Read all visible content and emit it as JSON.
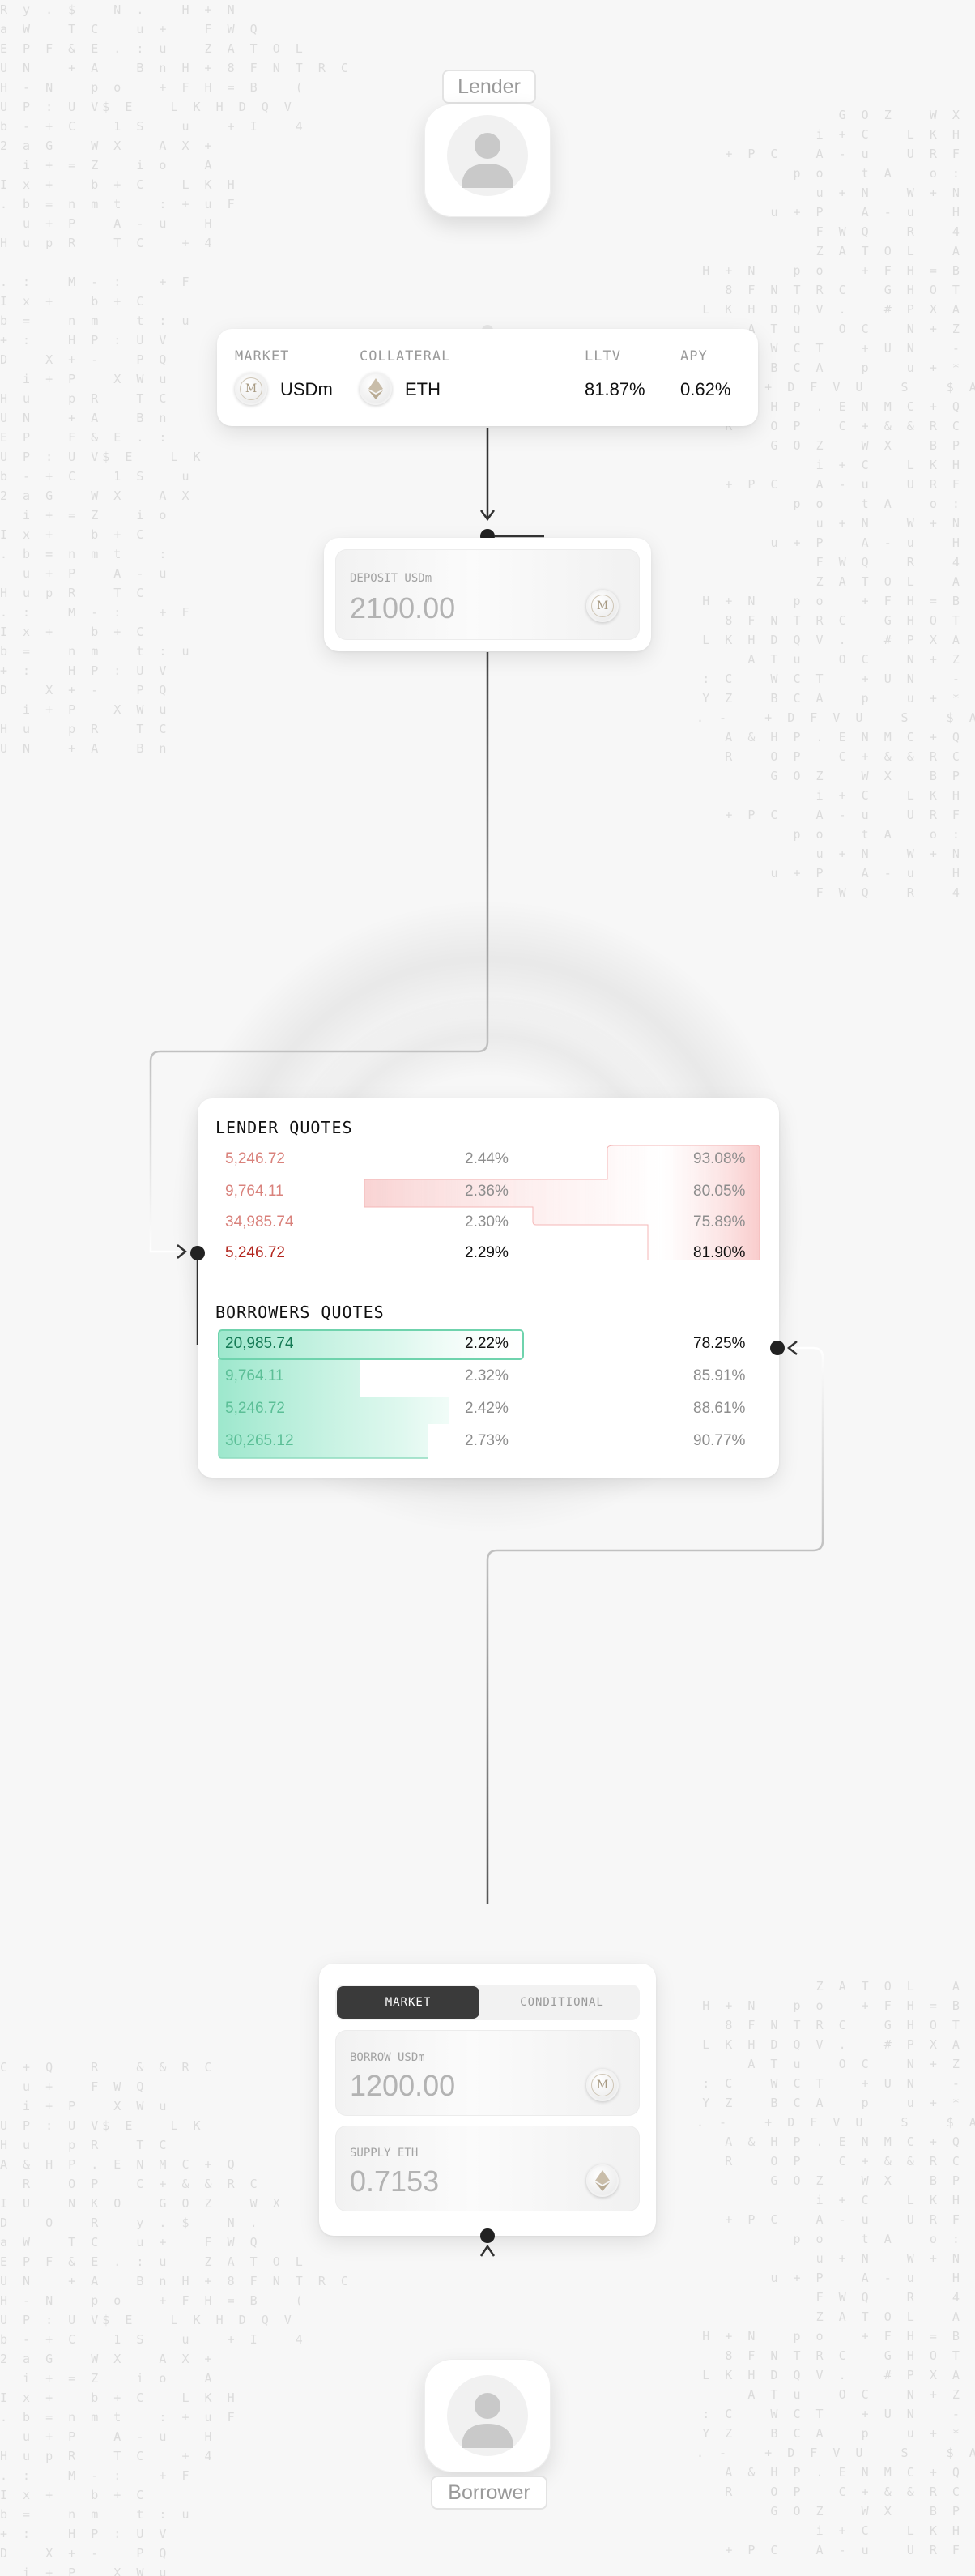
{
  "lender_label": "Lender",
  "borrower_label": "Borrower",
  "market_card": {
    "headers": {
      "market": "MARKET",
      "collateral": "COLLATERAL",
      "lltv": "LLTV",
      "apy": "APY"
    },
    "market_token": "USDm",
    "collateral_token": "ETH",
    "lltv": "81.87%",
    "apy": "0.62%"
  },
  "deposit": {
    "label": "DEPOSIT USDm",
    "value": "2100.00"
  },
  "quotes": {
    "lender_title": "LENDER QUOTES",
    "lender_rows": [
      {
        "amount": "5,246.72",
        "rate": "2.44%",
        "lltv": "93.08%"
      },
      {
        "amount": "9,764.11",
        "rate": "2.36%",
        "lltv": "80.05%"
      },
      {
        "amount": "34,985.74",
        "rate": "2.30%",
        "lltv": "75.89%"
      },
      {
        "amount": "5,246.72",
        "rate": "2.29%",
        "lltv": "81.90%"
      }
    ],
    "borrower_title": "BORROWERS QUOTES",
    "borrower_rows": [
      {
        "amount": "20,985.74",
        "rate": "2.22%",
        "lltv": "78.25%"
      },
      {
        "amount": "9,764.11",
        "rate": "2.32%",
        "lltv": "85.91%"
      },
      {
        "amount": "5,246.72",
        "rate": "2.42%",
        "lltv": "88.61%"
      },
      {
        "amount": "30,265.12",
        "rate": "2.73%",
        "lltv": "90.77%"
      }
    ]
  },
  "borrow_card": {
    "tab_market": "MARKET",
    "tab_conditional": "CONDITIONAL",
    "borrow_label": "BORROW USDm",
    "borrow_value": "1200.00",
    "supply_label": "SUPPLY ETH",
    "supply_value": "0.7153"
  },
  "colors": {
    "lender_red": "#c0392b",
    "borrower_green": "#1f9d6a",
    "dark": "#222222"
  },
  "icons": [
    "user-icon",
    "usdm-coin-icon",
    "eth-icon"
  ]
}
